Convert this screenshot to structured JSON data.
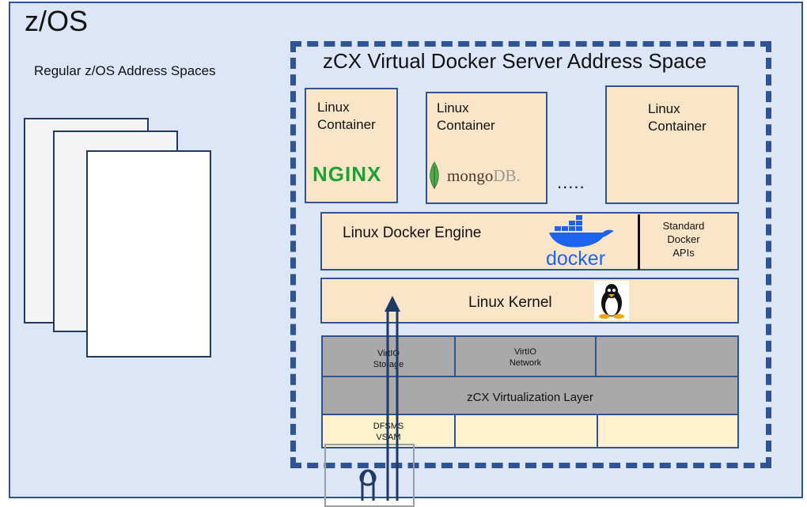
{
  "zos": {
    "title": "z/OS",
    "regular_label": "Regular z/OS Address Spaces"
  },
  "zcx": {
    "title": "zCX Virtual Docker Server Address Space",
    "containers": [
      {
        "label_line1": "Linux",
        "label_line2": "Container",
        "logo": "NGINX"
      },
      {
        "label_line1": "Linux",
        "label_line2": "Container",
        "logo_main": "mongo",
        "logo_suffix": "DB."
      },
      {
        "label_line1": "Linux",
        "label_line2": "Container"
      }
    ],
    "ellipsis": ".....",
    "docker_engine": {
      "label": "Linux Docker Engine",
      "logo": "docker",
      "api_line1": "Standard",
      "api_line2": "Docker",
      "api_line3": "APIs"
    },
    "kernel": {
      "label": "Linux Kernel",
      "icon": "tux-penguin-icon"
    },
    "virtio": [
      {
        "line1": "VirtIO",
        "line2": "Storage"
      },
      {
        "line1": "VirtIO",
        "line2": "Network"
      },
      {
        "line1": "",
        "line2": ""
      }
    ],
    "virtualization_layer": "zCX Virtualization Layer",
    "storage": [
      {
        "line1": "DFSMS",
        "line2": "VSAM"
      },
      {
        "line1": "",
        "line2": ""
      },
      {
        "line1": "",
        "line2": ""
      }
    ]
  },
  "colors": {
    "background": "#dde6f6",
    "border": "#2f5496",
    "container_fill": "#fbe5c9",
    "virtio_fill": "#a9a9a9",
    "storage_fill": "#fff2cc",
    "nginx_green": "#1aa233",
    "docker_blue": "#1d63ed"
  }
}
